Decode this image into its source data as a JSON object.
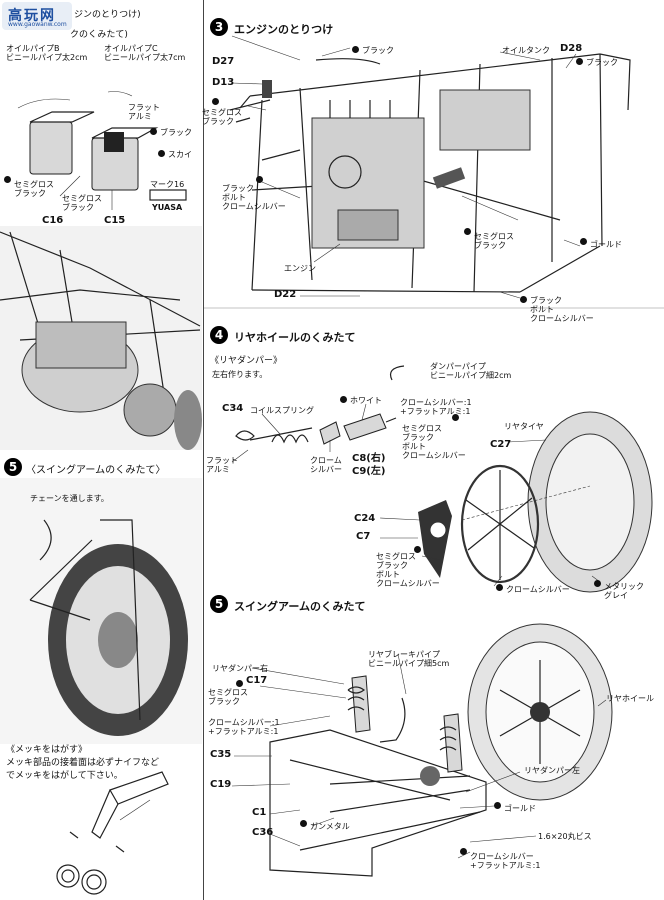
{
  "watermark": {
    "name": "高玩网",
    "url": "www.gaowanw.com"
  },
  "left": {
    "header_fragment": "ジンのとりつけ)",
    "kumitate_fragment": "クのくみたて)",
    "oil_pipe_b": [
      "オイルパイプB",
      "ビニールパイプ太2cm"
    ],
    "oil_pipe_c": [
      "オイルパイプC",
      "ビニールパイプ太7cm"
    ],
    "flat_alu": [
      "フラット",
      "アルミ"
    ],
    "black": "ブラック",
    "sky": "スカイ",
    "semigloss_black_1": [
      "セミグロス",
      "ブラック"
    ],
    "semigloss_black_2": [
      "セミグロス",
      "ブラック"
    ],
    "mark16": "マーク16",
    "yuasa": "YUASA",
    "c16": "C16",
    "c15": "C15"
  },
  "step5_left": {
    "num": "5",
    "title": "〈スイングアームのくみたて〉",
    "note": "チェーンを通します。"
  },
  "mekki": {
    "title": "《メッキをはがす》",
    "line1": "メッキ部品の接着面は必ずナイフなど",
    "line2": "でメッキをはがして下さい。"
  },
  "step3": {
    "num": "3",
    "title": "エンジンのとりつけ",
    "d27": "D27",
    "d13": "D13",
    "d28": "D28",
    "d22": "D22",
    "black_a": "ブラック",
    "black_b": "ブラック",
    "oil_tank": "オイルタンク",
    "semigloss_black_a": [
      "セミグロス",
      "ブラック"
    ],
    "black_bolt_chrome": [
      "ブラック",
      "ボルト",
      "クロームシルバー"
    ],
    "semigloss_black_b": [
      "セミグロス",
      "ブラック"
    ],
    "gold": "ゴールド",
    "engine": "エンジン",
    "black_bolt_chrome_2": [
      "ブラック",
      "ボルト",
      "クロームシルバー"
    ]
  },
  "step4": {
    "num": "4",
    "title": "リヤホイールのくみたて",
    "sub": "《リヤダンパー》",
    "sub_note": "左右作ります。",
    "damper_pipe": [
      "ダンパーパイプ",
      "ビニールパイプ細2cm"
    ],
    "white": "ホワイト",
    "chrome_flat": [
      "クロームシルバー:1",
      "+フラットアルミ:1"
    ],
    "c34": "C34",
    "coil_spring": "コイルスプリング",
    "flat_alu": [
      "フラット",
      "アルミ"
    ],
    "chrome_silver": [
      "クローム",
      "シルバー"
    ],
    "c8": "C8(右)",
    "c9": "C9(左)",
    "semigloss_group": [
      "セミグロス",
      "ブラック",
      "ボルト",
      "クロームシルバー"
    ],
    "rear_tire": "リヤタイヤ",
    "c27": "C27",
    "c24": "C24",
    "c7": "C7",
    "semigloss_group_2": [
      "セミグロス",
      "ブラック",
      "ボルト",
      "クロームシルバー"
    ],
    "chrome_silver_2": "クロームシルバー",
    "metallic_gray": [
      "メタリック",
      "グレイ"
    ]
  },
  "step5": {
    "num": "5",
    "title": "スイングアームのくみたて",
    "rear_damper_r": "リヤダンパー右",
    "c17": "C17",
    "semigloss_black": [
      "セミグロス",
      "ブラック"
    ],
    "brake_pipe": [
      "リヤブレーキパイプ",
      "ビニールパイプ細5cm"
    ],
    "chrome_flat": [
      "クロームシルバー:1",
      "+フラットアルミ:1"
    ],
    "rear_wheel": "リヤホイール",
    "c35": "C35",
    "c19": "C19",
    "rear_damper_l": "リヤダンパー左",
    "gold": "ゴールド",
    "c1": "C1",
    "gunmetal": "ガンメタル",
    "screw": "1.6×20丸ビス",
    "c36": "C36",
    "chrome_flat_2": [
      "クロームシルバー",
      "+フラットアルミ:1"
    ]
  }
}
